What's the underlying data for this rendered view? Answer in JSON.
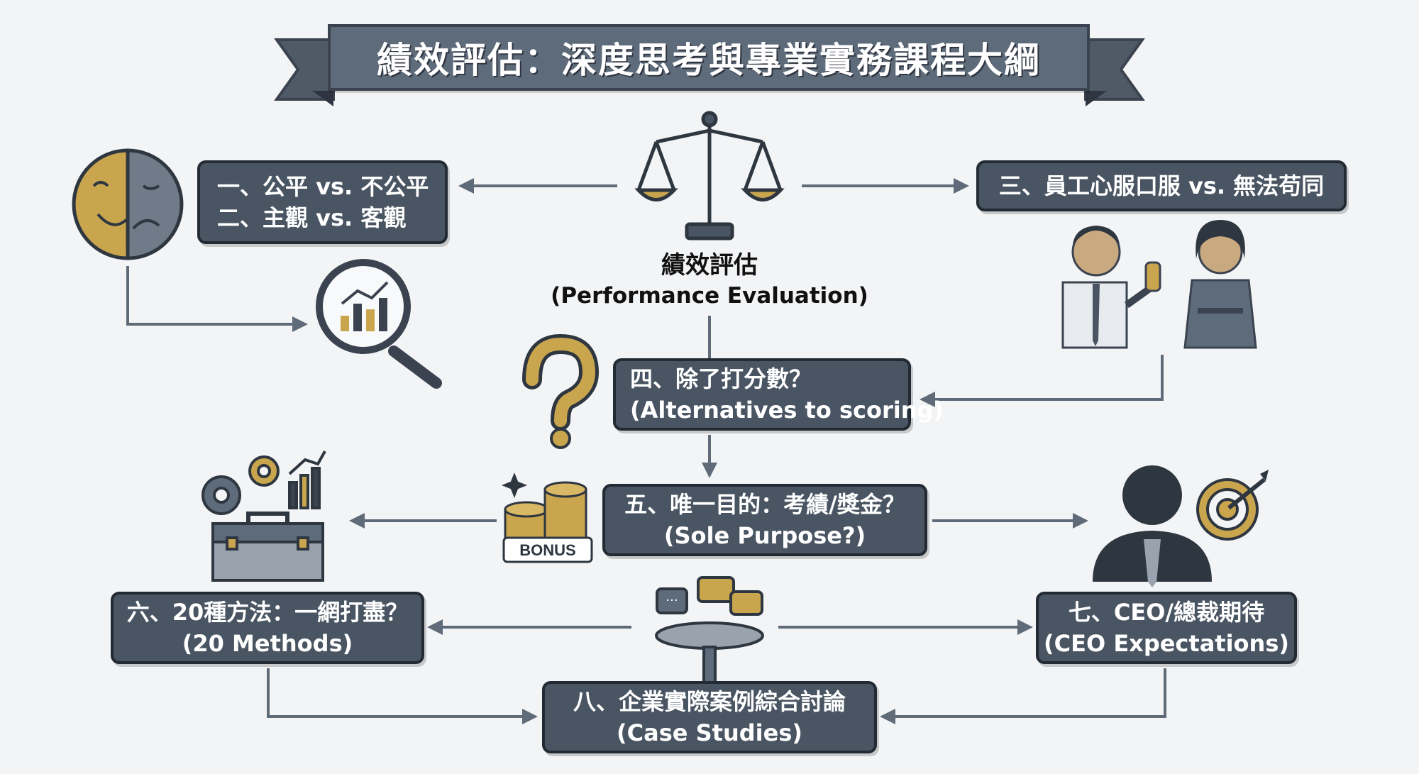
{
  "title": "績效評估：深度思考與專業實務課程大綱",
  "center": {
    "zh": "績效評估",
    "en": "(Performance Evaluation)"
  },
  "boxes": {
    "one_two": {
      "line1": "一、公平 vs. 不公平",
      "line2": "二、主觀 vs. 客觀"
    },
    "three": {
      "line1": "三、員工心服口服 vs. 無法苟同"
    },
    "four": {
      "line1": "四、除了打分數？",
      "line2": "(Alternatives to scoring)"
    },
    "five": {
      "line1": "五、唯一目的：考績/獎金？",
      "line2": "(Sole Purpose?)"
    },
    "six": {
      "line1": "六、20種方法：一網打盡？",
      "line2": "(20 Methods)"
    },
    "seven": {
      "line1": "七、CEO/總裁期待",
      "line2": "(CEO Expectations)"
    },
    "eight": {
      "line1": "八、企業實際案例綜合討論",
      "line2": "(Case Studies)"
    }
  },
  "icons": {
    "scale": "balance-scale-icon",
    "mask": "happy-sad-mask-icon",
    "magnifier": "magnifier-chart-icon",
    "people": "employees-icon",
    "question": "question-mark-icon",
    "coins": "bonus-coins-icon",
    "toolbox": "toolbox-gears-icon",
    "ceo": "ceo-target-icon",
    "table": "discussion-table-icon"
  },
  "bonus_label": "BONUS",
  "colors": {
    "box_fill": "#4a5563",
    "box_border": "#222a33",
    "gold": "#c9a54e",
    "arrow": "#5f6b78"
  }
}
